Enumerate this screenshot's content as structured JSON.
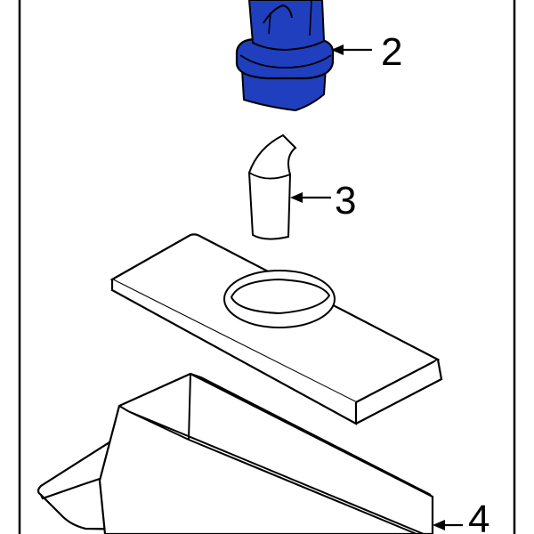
{
  "diagram": {
    "type": "exploded parts diagram",
    "highlight_color": "#1f3fbf",
    "line_color": "#000000",
    "background_color": "#ffffff",
    "callouts": [
      {
        "label": "2",
        "part": "highlighted-blue-bulb-socket"
      },
      {
        "label": "3",
        "part": "bulb"
      },
      {
        "label": "4",
        "part": "lamp-housing"
      }
    ]
  }
}
